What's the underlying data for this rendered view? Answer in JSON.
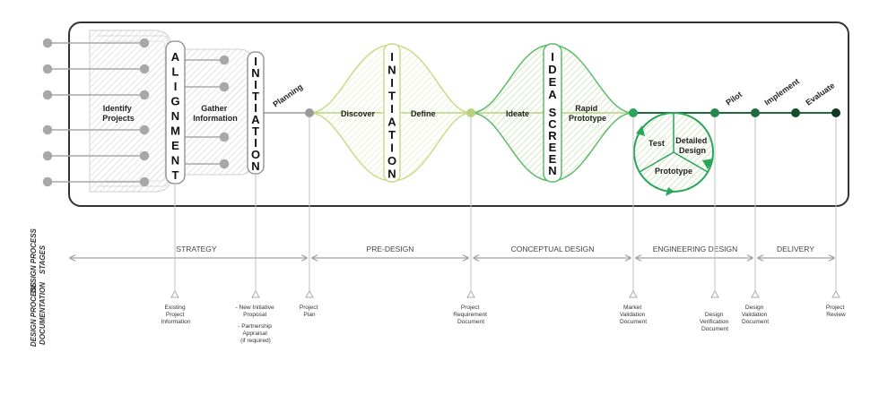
{
  "side_labels": {
    "stages": [
      "DESIGN PROCESS",
      "STAGES"
    ],
    "documentation": [
      "DESIGN PROCESS",
      "DOCUMENTATION"
    ]
  },
  "phases": {
    "identify_projects": [
      "Identify",
      "Projects"
    ],
    "alignment": [
      "A",
      "L",
      "I",
      "G",
      "N",
      "M",
      "E",
      "N",
      "T"
    ],
    "gather_information": [
      "Gather",
      "Information"
    ],
    "initiation_1": [
      "I",
      "N",
      "I",
      "T",
      "I",
      "A",
      "T",
      "I",
      "O",
      "N"
    ],
    "planning": "Planning",
    "discover": "Discover",
    "initiation_2": [
      "I",
      "N",
      "I",
      "T",
      "I",
      "A",
      "T",
      "I",
      "O",
      "N"
    ],
    "define": "Define",
    "ideate": "Ideate",
    "idea": [
      "I",
      "D",
      "E",
      "A"
    ],
    "screen": [
      "S",
      "C",
      "R",
      "E",
      "E",
      "N"
    ],
    "rapid_prototype": [
      "Rapid",
      "Prototype"
    ],
    "test": "Test",
    "detailed_design": [
      "Detailed",
      "Design"
    ],
    "prototype": "Prototype",
    "pilot": "Pilot",
    "implement": "Implement",
    "evaluate": "Evaluate"
  },
  "stages": [
    "STRATEGY",
    "PRE-DESIGN",
    "CONCEPTUAL DESIGN",
    "ENGINEERING DESIGN",
    "DELIVERY"
  ],
  "documents": [
    [
      "Existing",
      "Project",
      "Information"
    ],
    [
      "- New Initiative",
      "Proposal",
      "- Partnership",
      "Appraisal",
      "(if required)"
    ],
    [
      "Project",
      "Plan"
    ],
    [
      "Project",
      "Requirement",
      "Document"
    ],
    [
      "Market",
      "Validation",
      "Document"
    ],
    [
      "Design",
      "Verification",
      "Document"
    ],
    [
      "Design",
      "Validation",
      "Document"
    ],
    [
      "Project",
      "Review"
    ]
  ],
  "colors": {
    "frame": "#333333",
    "grey_node": "#9a9a9a",
    "light_green": "#c8dc8a",
    "mid_green": "#9ccf6a",
    "green": "#2aa65a",
    "dark_green": "#1f6b3d",
    "darkest": "#0f3a22"
  }
}
